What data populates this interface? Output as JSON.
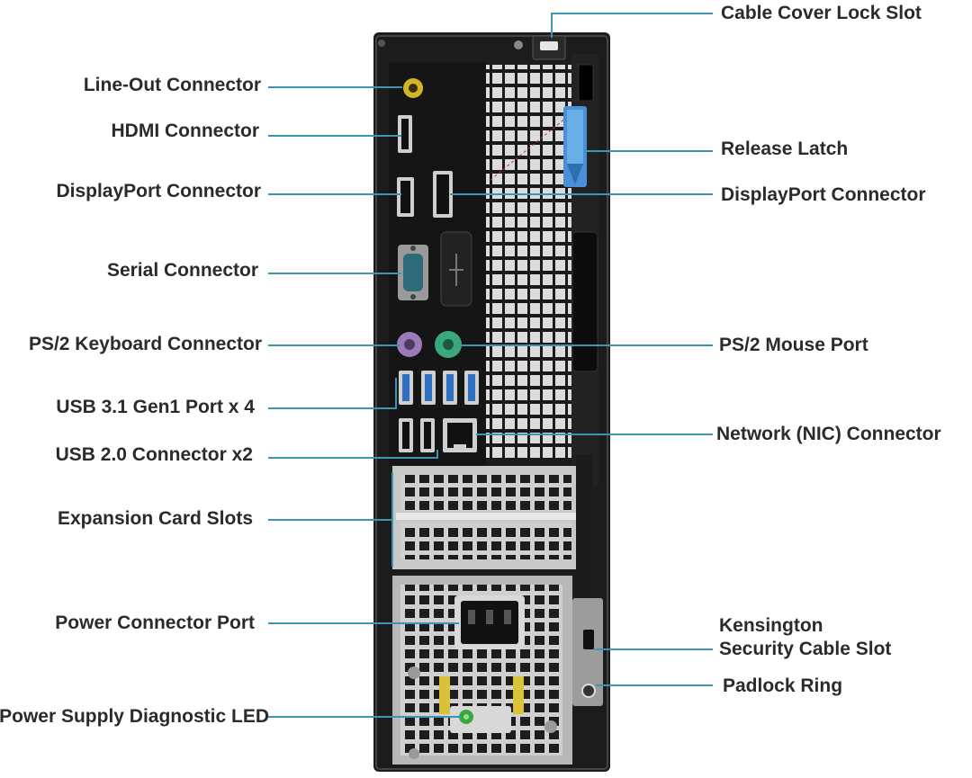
{
  "labels": {
    "left": [
      "Line-Out Connector",
      "HDMI Connector",
      "DisplayPort Connector",
      "Serial Connector",
      "PS/2 Keyboard Connector",
      "USB 3.1 Gen1 Port x 4",
      "USB 2.0 Connector x2",
      "Expansion Card Slots",
      "Power Connector Port",
      "Power Supply Diagnostic LED"
    ],
    "right": [
      "Cable Cover Lock Slot",
      "Release Latch",
      "DisplayPort Connector",
      "PS/2 Mouse Port",
      "Network (NIC) Connector",
      "Kensington",
      "Security Cable Slot",
      "Padlock Ring"
    ]
  },
  "colors": {
    "leader": "#3f93b3",
    "chassis": "#1c1c1c",
    "vent": "#d8d8d8",
    "latch": "#4a90d9",
    "usb3": "#2f6fc1",
    "ps2_keyboard": "#9b7ab8",
    "ps2_mouse": "#3aa87a",
    "serial": "#2e6b7a",
    "line_out": "#d4b52a",
    "led": "#3aa83a"
  }
}
